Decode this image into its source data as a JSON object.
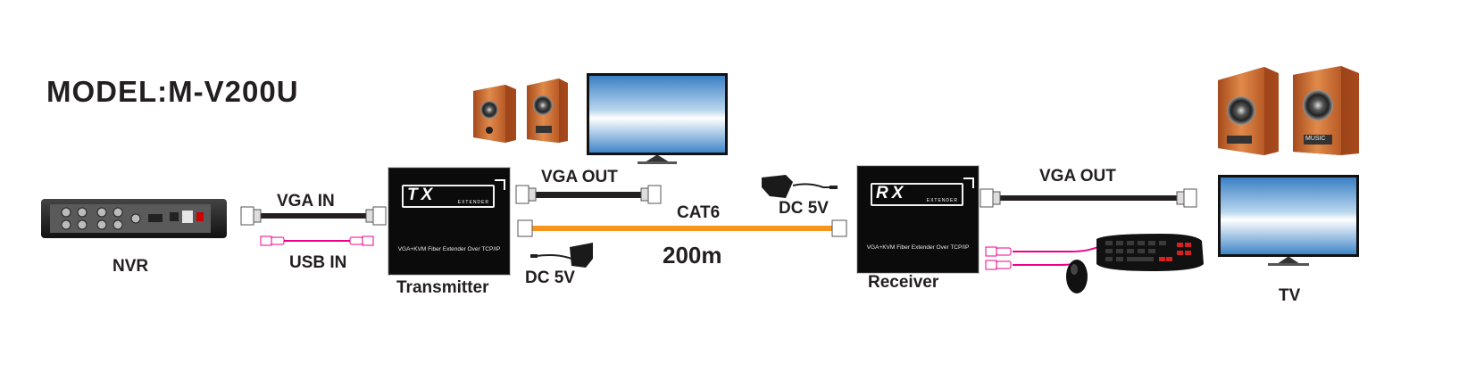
{
  "model": "MODEL:M-V200U",
  "labels": {
    "nvr": "NVR",
    "vga_in": "VGA IN",
    "usb_in": "USB IN",
    "transmitter": "Transmitter",
    "vga_out_tx": "VGA OUT",
    "cat6": "CAT6",
    "dc5v_tx": "DC 5V",
    "distance": "200m",
    "dc5v_rx": "DC 5V",
    "receiver": "Receiver",
    "vga_out_rx": "VGA OUT",
    "tv": "TV"
  },
  "tx_box": {
    "badge": "TX",
    "badge_sub": "EXTENDER",
    "caption": "VGA+KVM Fiber Extender Over TCP/IP"
  },
  "rx_box": {
    "badge": "RX",
    "badge_sub": "EXTENDER",
    "caption": "VGA+KVM Fiber Extender Over TCP/IP"
  },
  "speaker_text": "MUSIC",
  "colors": {
    "cable_cat6": "#f7941d",
    "cable_usb": "#ec008c",
    "cable_vga": "#231f20",
    "speaker_wood": "#c8642a",
    "box": "#0b0b0b"
  }
}
